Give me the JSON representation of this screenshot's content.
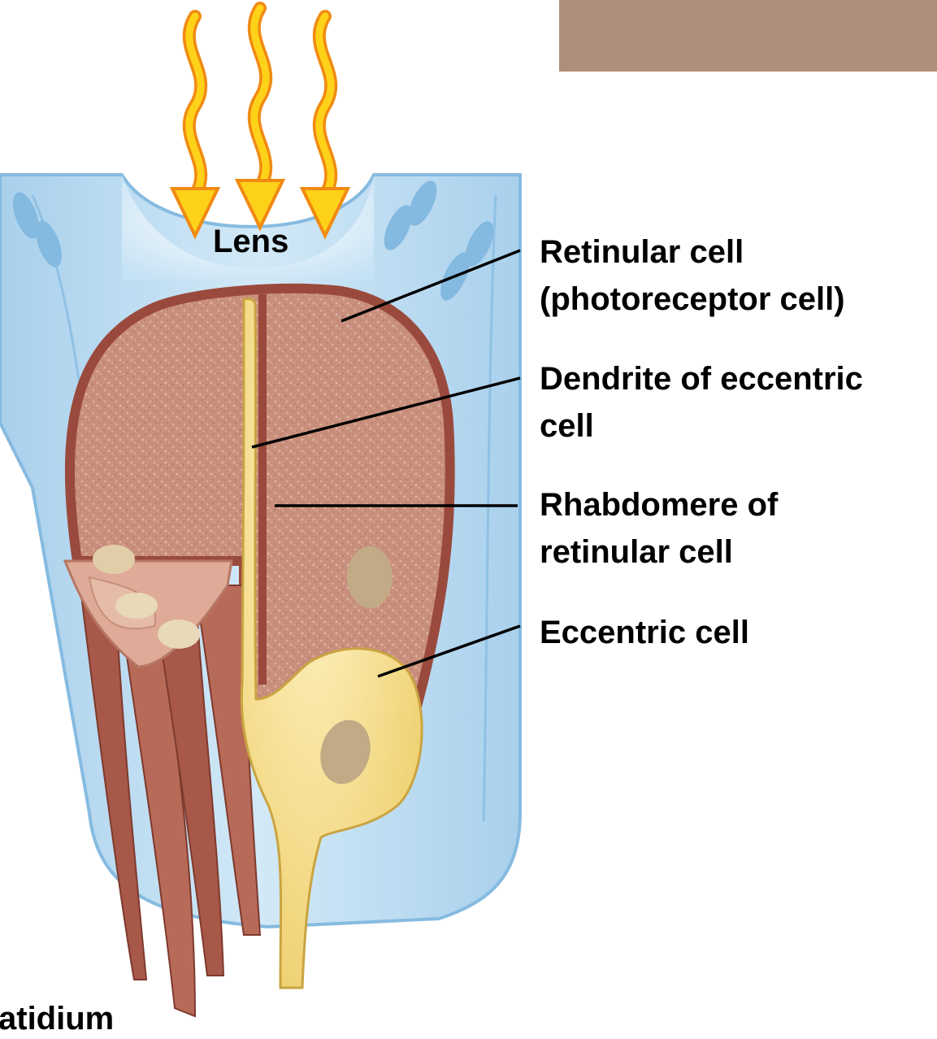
{
  "colors": {
    "tan_box": "#ae8f7b",
    "sheath_blue": "#bcdcf0",
    "sheath_outline": "#86bbe0",
    "lens_light": "#e8f5fd",
    "retinular_fill": "#c9907e",
    "retinular_outline": "#9a4a3c",
    "eccentric_yellow": "#f6dc86",
    "eccentric_outline": "#c9a441",
    "nucleus": "#c2aa86",
    "light_arrow_fill": "#ffd21a",
    "light_arrow_outline": "#f08a12"
  },
  "icons": [
    "light-ray-arrow-icon"
  ],
  "labels": {
    "lens": "Lens",
    "retinular_cell_line1": "Retinular cell",
    "retinular_cell_line2": "(photoreceptor cell)",
    "dendrite_line1": "Dendrite of eccentric",
    "dendrite_line2": "cell",
    "rhabdomere_line1": "Rhabdomere of",
    "rhabdomere_line2": "retinular cell",
    "eccentric_cell": "Eccentric cell",
    "bottom_partial": "atidium"
  }
}
